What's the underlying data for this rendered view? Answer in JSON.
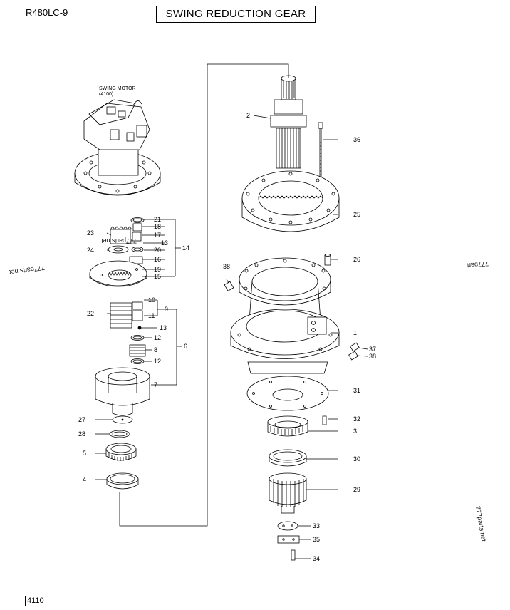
{
  "header": {
    "model": "R480LC-9",
    "title": "SWING REDUCTION GEAR"
  },
  "footer": {
    "page_number": "4110"
  },
  "motor": {
    "label_line1": "SWING MOTOR",
    "label_line2": "(4100)"
  },
  "watermarks": [
    "777parts.net",
    "777parts.net",
    "777parts.net",
    "777parts.net"
  ],
  "callouts": [
    "21",
    "18",
    "17",
    "13",
    "20",
    "14",
    "16",
    "19",
    "15",
    "23",
    "24",
    "10",
    "11",
    "9",
    "22",
    "13",
    "12",
    "8",
    "6",
    "12",
    "7",
    "27",
    "28",
    "5",
    "4",
    "2",
    "36",
    "25",
    "26",
    "38",
    "1",
    "37",
    "38",
    "31",
    "32",
    "3",
    "30",
    "29",
    "33",
    "35",
    "34"
  ]
}
